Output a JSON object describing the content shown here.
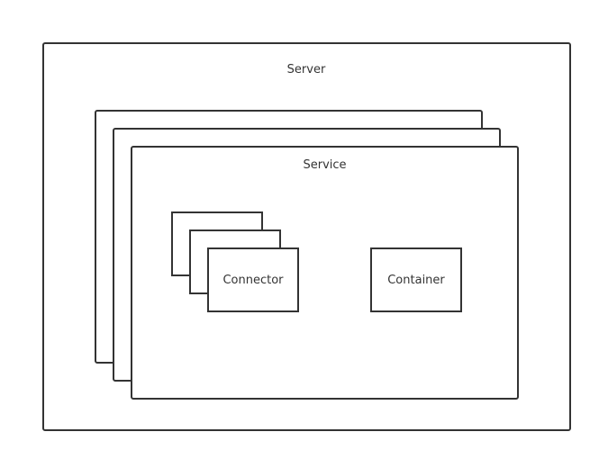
{
  "diagram": {
    "server": {
      "label": "Server"
    },
    "service": {
      "label": "Service"
    },
    "connector": {
      "label": "Connector"
    },
    "container": {
      "label": "Container"
    }
  }
}
